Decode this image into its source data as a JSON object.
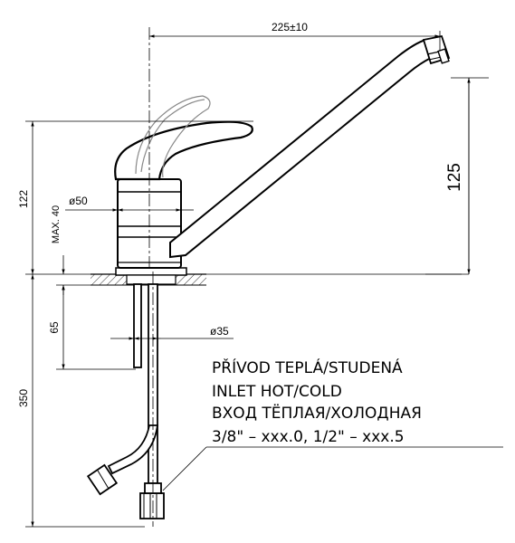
{
  "dimensions": {
    "spout_length": "225±10",
    "spout_height": "125",
    "body_height": "122",
    "mount_max": "MAX. 40",
    "body_diameter": "ø50",
    "pipe_diameter": "ø35",
    "pipe_length": "65",
    "hose_length": "350"
  },
  "note": {
    "line1": "PŘÍVOD TEPLÁ/STUDENÁ",
    "line2": "INLET HOT/COLD",
    "line3": "ВХОД ТЁПЛАЯ/ХОЛОДНАЯ",
    "line4": "3/8\" – xxx.0, 1/2\" – xxx.5"
  }
}
